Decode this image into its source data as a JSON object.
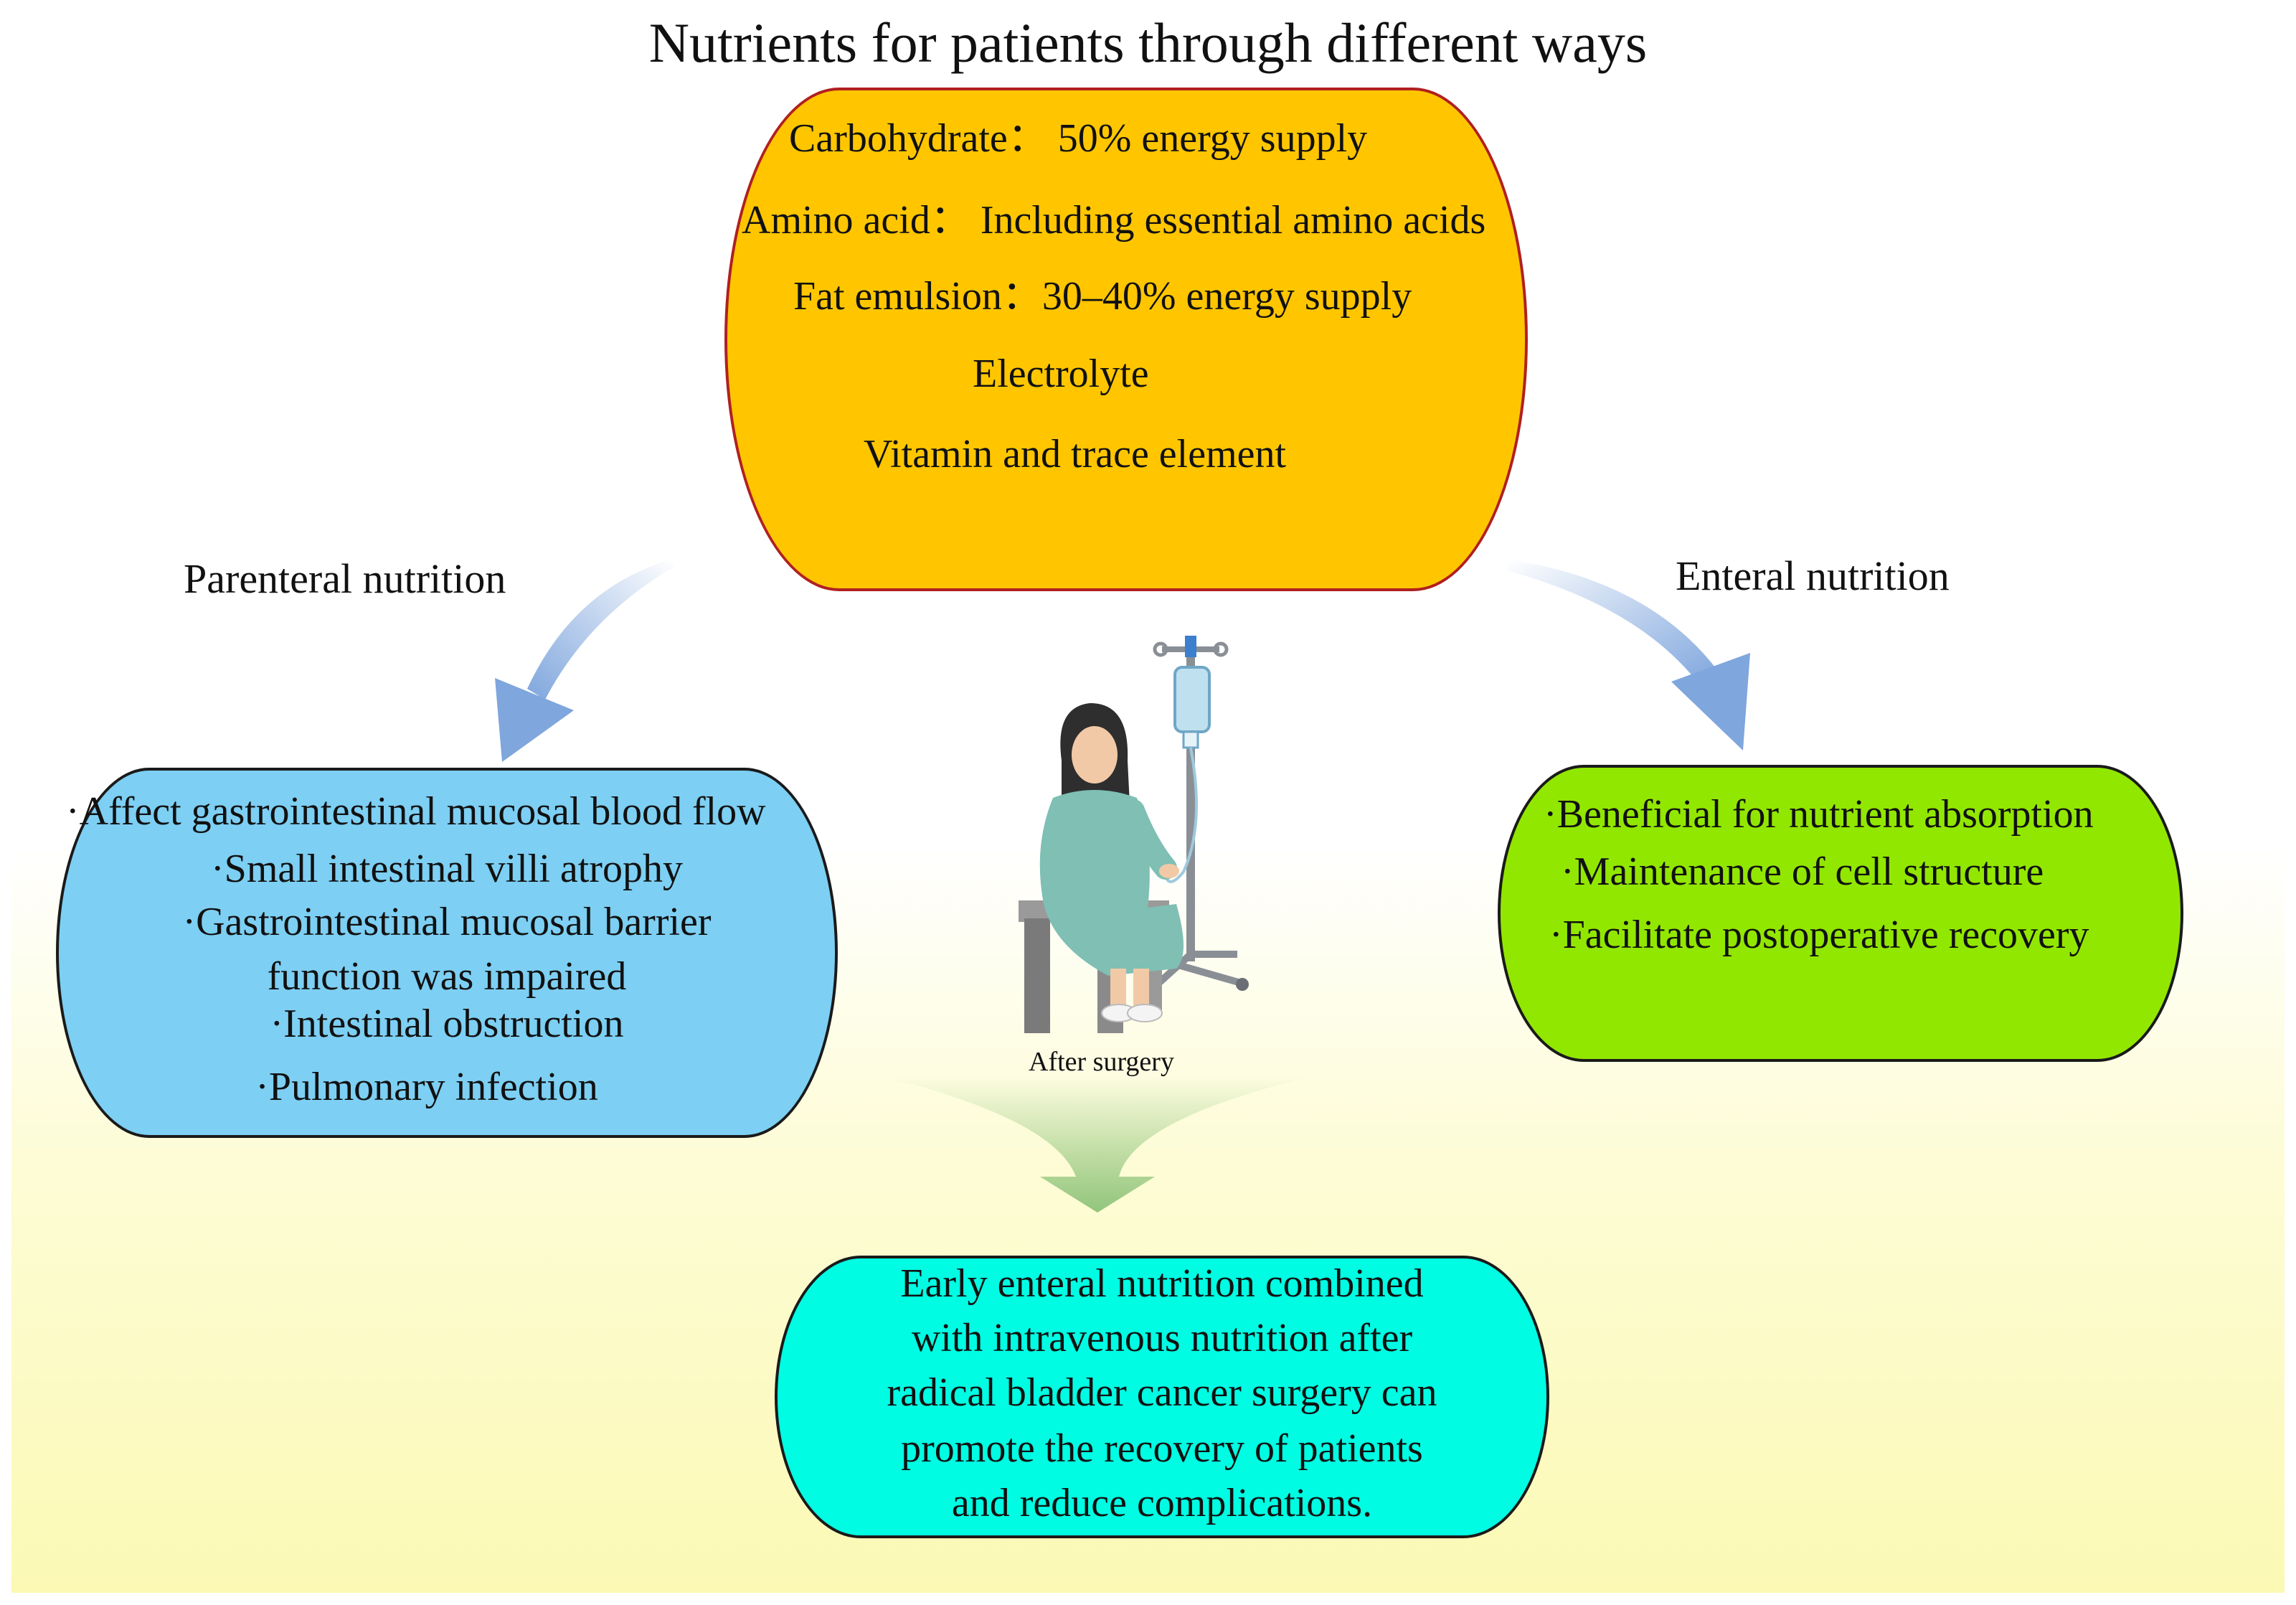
{
  "title": "Nutrients for patients through different ways",
  "nutrients": {
    "items": [
      "Carbohydrate： 50% energy supply",
      "Amino acid： Including essential amino acids",
      "Fat emulsion：30–40% energy supply",
      "Electrolyte",
      "Vitamin and trace element"
    ]
  },
  "parenteral": {
    "label": "Parenteral nutrition",
    "effects": [
      "·Affect gastrointestinal mucosal blood flow",
      "·Small intestinal villi atrophy",
      "·Gastrointestinal mucosal barrier",
      "function was impaired",
      "·Intestinal obstruction",
      "·Pulmonary infection"
    ]
  },
  "enteral": {
    "label": "Enteral nutrition",
    "effects": [
      "·Beneficial for nutrient absorption",
      "·Maintenance of cell structure",
      "·Facilitate postoperative recovery"
    ]
  },
  "patient": {
    "caption": "After surgery"
  },
  "conclusion": {
    "lines": [
      "Early enteral nutrition combined",
      "with intravenous nutrition after",
      "radical bladder cancer surgery can",
      "promote the recovery of patients",
      "and reduce complications."
    ]
  },
  "colors": {
    "nutrients_box": "#ffc600",
    "nutrients_border": "#b02020",
    "parenteral_box": "#7dcff3",
    "enteral_box": "#92e700",
    "conclusion_box": "#00fde3",
    "side_arrow": "#7fa6dd",
    "down_arrow": "#8cc278"
  }
}
